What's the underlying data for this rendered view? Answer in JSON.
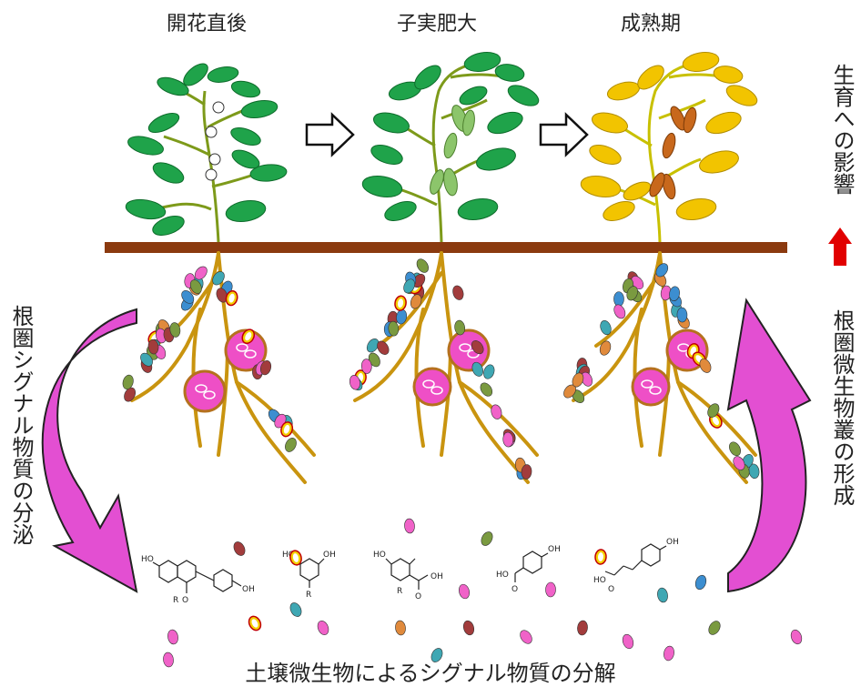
{
  "stages": [
    {
      "label": "開花直後"
    },
    {
      "label": "子実肥大"
    },
    {
      "label": "成熟期"
    }
  ],
  "side_labels": {
    "left": "根圏シグナル物質の分泌",
    "right_top": "生育への影響",
    "right_bottom": "根圏微生物叢の形成"
  },
  "bottom_caption": "土壌微生物によるシグナル物質の分解",
  "chemical_labels": {
    "ho": "HO",
    "oh": "OH",
    "o": "O",
    "r": "R"
  },
  "colors": {
    "soil_line": "#8b3a0f",
    "leaf_green": "#1fa34a",
    "leaf_yellow": "#f2c400",
    "root": "#c9940f",
    "nodule": "#ee4fc6",
    "curved_arrow": "#e34fd2",
    "up_arrow": "#e10000",
    "microbe_pink": "#f062c8",
    "microbe_blue": "#3c8ed0",
    "microbe_teal": "#3fa7b3",
    "microbe_red": "#a23c3c",
    "microbe_olive": "#7a9a40",
    "microbe_orange": "#e08a3c",
    "microbe_yellow_ring": "#f4d000"
  },
  "icons": {
    "process_arrow": "hollow-right-arrow-icon",
    "growth_arrow": "red-up-arrow-icon",
    "secretion_arrow": "curved-magenta-arrow-icon"
  }
}
